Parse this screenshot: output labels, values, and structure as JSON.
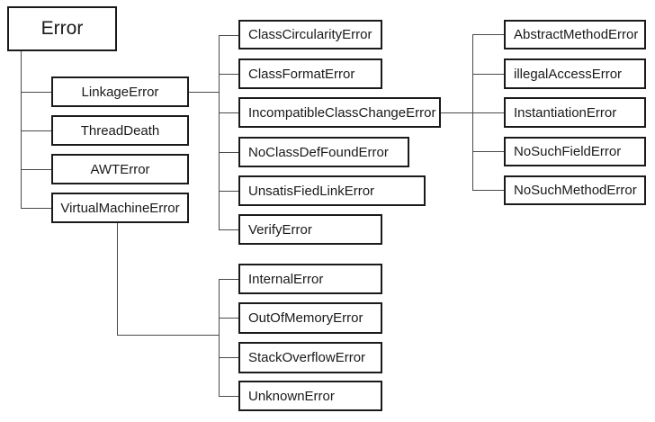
{
  "diagram": {
    "root": {
      "label": "Error"
    },
    "level1": [
      {
        "label": "LinkageError"
      },
      {
        "label": "ThreadDeath"
      },
      {
        "label": "AWTError"
      },
      {
        "label": "VirtualMachineError"
      }
    ],
    "linkage_children": [
      {
        "label": "ClassCircularityError"
      },
      {
        "label": "ClassFormatError"
      },
      {
        "label": "IncompatibleClassChangeError"
      },
      {
        "label": "NoClassDefFoundError"
      },
      {
        "label": "UnsatisFiedLinkError"
      },
      {
        "label": "VerifyError"
      }
    ],
    "incompatible_children": [
      {
        "label": "AbstractMethodError"
      },
      {
        "label": "illegalAccessError"
      },
      {
        "label": "InstantiationError"
      },
      {
        "label": "NoSuchFieldError"
      },
      {
        "label": "NoSuchMethodError"
      }
    ],
    "vm_children": [
      {
        "label": "InternalError"
      },
      {
        "label": "OutOfMemoryError"
      },
      {
        "label": "StackOverflowError"
      },
      {
        "label": "UnknownError"
      }
    ],
    "colors": {
      "box_border": "#1a1a1a",
      "line": "#4a4a4a",
      "background": "#ffffff",
      "text": "#1a1a1a"
    }
  }
}
